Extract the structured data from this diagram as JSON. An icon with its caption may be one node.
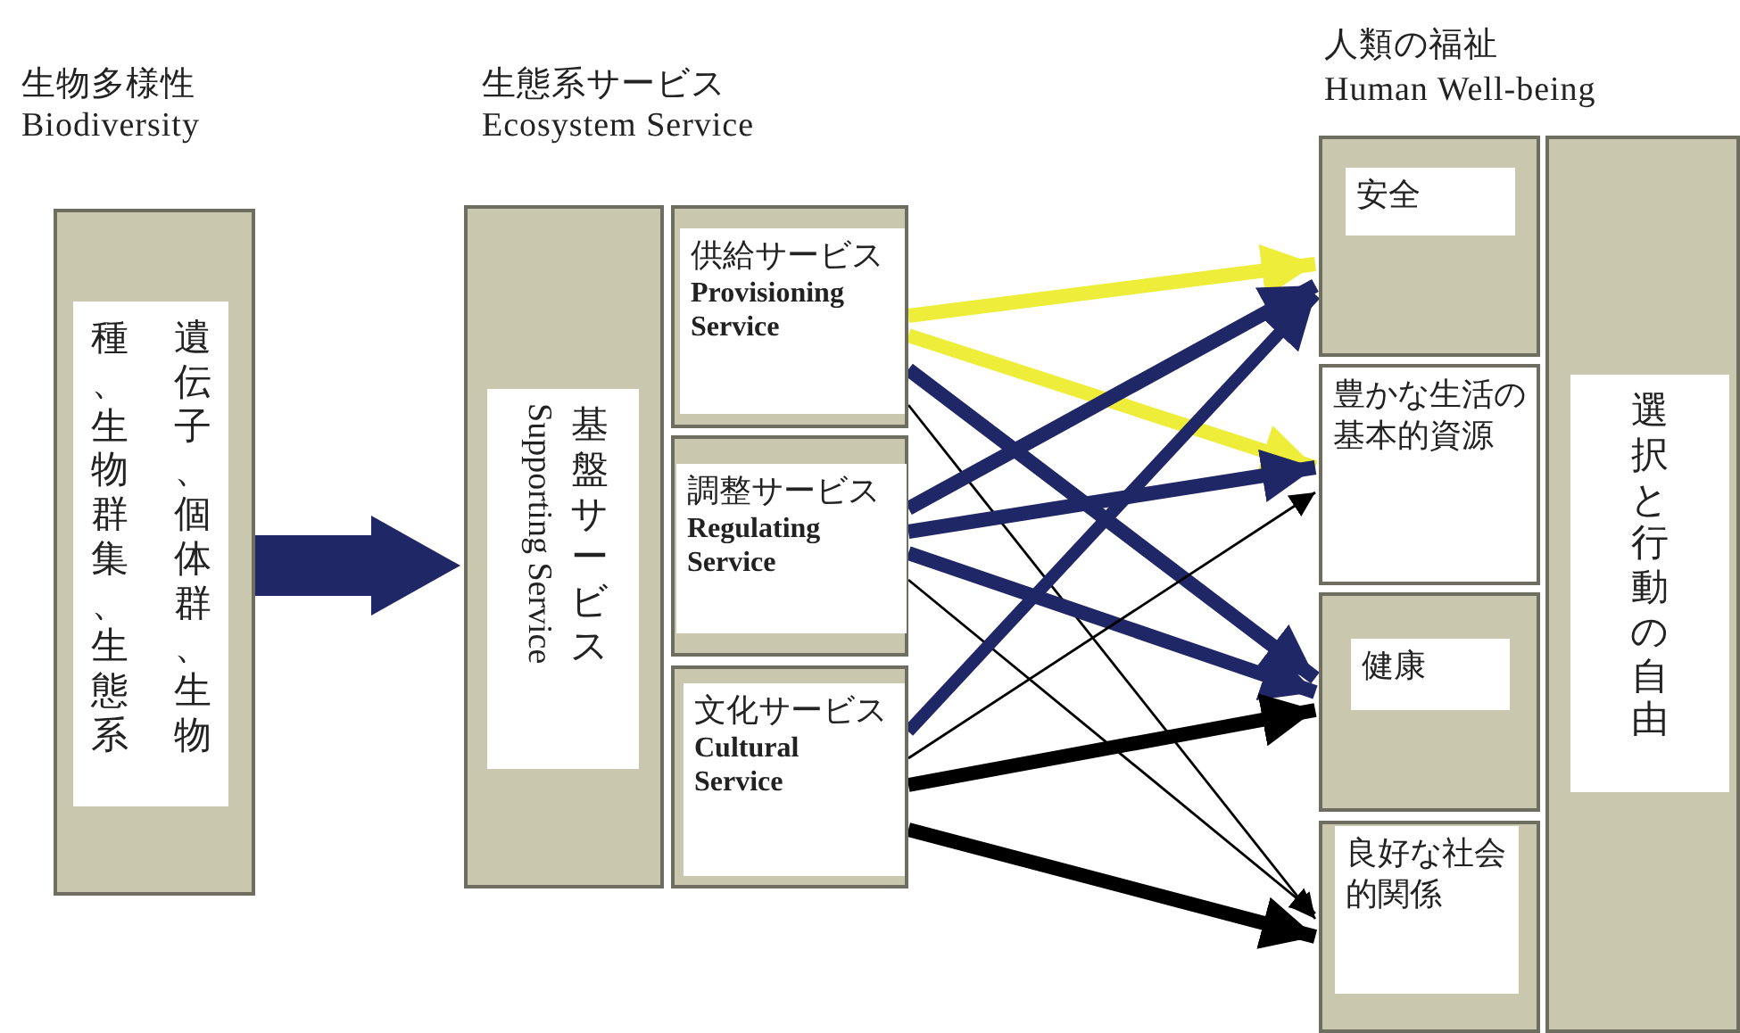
{
  "diagram": {
    "nodes": [
      {
        "text": [
          "遺伝子、個体群、生物種、生物群集、生態系"
        ]
      },
      {
        "text": [
          "基盤サービス",
          "Supporting Service"
        ]
      },
      {
        "text": [
          "供給サービス",
          "Provisioning Service"
        ]
      },
      {
        "text": [
          "調整サービス",
          "Regulating Service"
        ]
      },
      {
        "text": [
          "文化サービス",
          "Cultural Service"
        ]
      },
      {
        "text": [
          "安全"
        ]
      },
      {
        "text": [
          "豊かな生活の基本的資源"
        ]
      },
      {
        "text": [
          "健康"
        ]
      },
      {
        "text": [
          "良好な社会的関係"
        ]
      },
      {
        "text": [
          "選択と行動の自由"
        ]
      }
    ],
    "edges": [
      {
        "from": 0,
        "to": 1,
        "arrow": "to"
      },
      {
        "from": 2,
        "to": 5,
        "arrow": "to",
        "color": "#eeee3a"
      },
      {
        "from": 2,
        "to": 6,
        "arrow": "to",
        "color": "#eeee3a"
      },
      {
        "from": 2,
        "to": 7,
        "arrow": "to"
      },
      {
        "from": 2,
        "to": 8,
        "arrow": "to",
        "color": "#000000"
      },
      {
        "from": 3,
        "to": 5,
        "arrow": "to"
      },
      {
        "from": 3,
        "to": 6,
        "arrow": "to"
      },
      {
        "from": 3,
        "to": 7,
        "arrow": "to"
      },
      {
        "from": 3,
        "to": 8,
        "arrow": "to",
        "color": "#000000"
      },
      {
        "from": 4,
        "to": 5,
        "arrow": "to"
      },
      {
        "from": 4,
        "to": 6,
        "arrow": "to",
        "color": "#000000"
      },
      {
        "from": 4,
        "to": 7,
        "arrow": "to",
        "color": "#000000"
      },
      {
        "from": 4,
        "to": 8,
        "arrow": "to",
        "color": "#000000"
      }
    ],
    "labels": [
      "生物多様性",
      "Biodiversity",
      "生態系サービス",
      "Ecosystem Service",
      "人類の福祉",
      "Human Well-being"
    ]
  }
}
